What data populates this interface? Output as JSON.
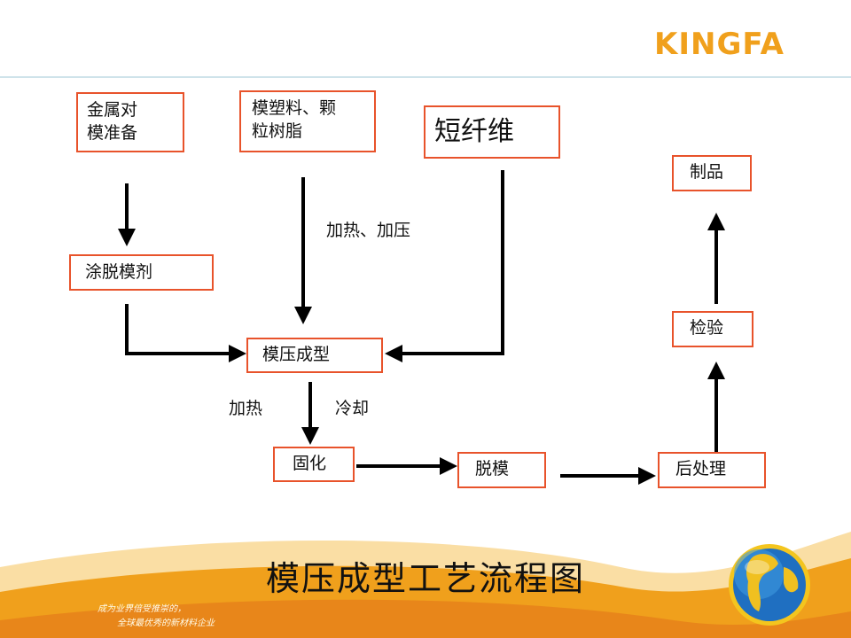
{
  "brand": {
    "logo_text": "KINGFA"
  },
  "nodes": {
    "metal_mold": "金属对\n模准备",
    "resin": "模塑料、颗\n粒树脂",
    "fiber": "短纤维",
    "release_agent": "涂脱模剂",
    "molding": "模压成型",
    "curing": "固化",
    "demold": "脱模",
    "post_process": "后处理",
    "inspection": "检验",
    "product": "制品"
  },
  "edge_labels": {
    "heat_pressure": "加热、加压",
    "heat": "加热",
    "cool": "冷却"
  },
  "footer": {
    "title": "模压成型工艺流程图",
    "slogan_line1": "成为业界倍受推崇的，",
    "slogan_line2": "全球最优秀的新材料企业"
  },
  "colors": {
    "node_border": "#e8532b",
    "brand_orange": "#f0a01c",
    "arrow": "#000000"
  }
}
